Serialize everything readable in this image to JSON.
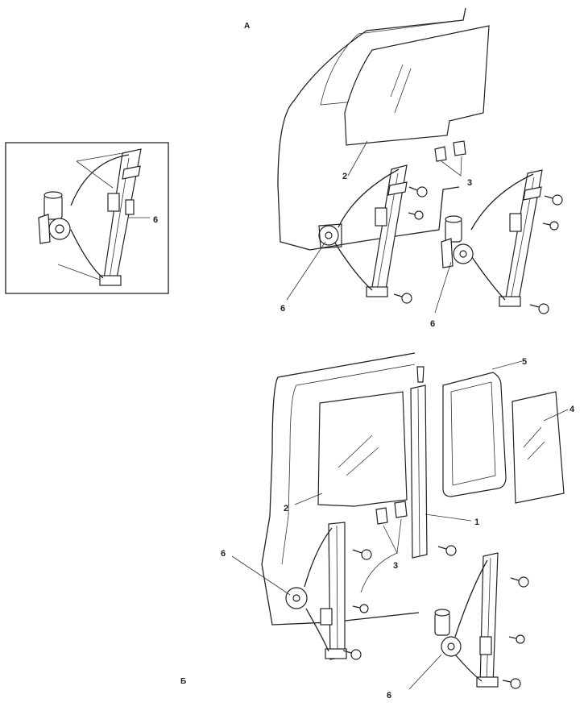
{
  "sections": {
    "top_label": "А",
    "bottom_label": "Б"
  },
  "inset": {
    "callout_label": "6"
  },
  "top_view": {
    "callouts": [
      "2",
      "3",
      "6",
      "6"
    ]
  },
  "bottom_view": {
    "callouts": [
      "5",
      "4",
      "2",
      "1",
      "3",
      "6",
      "6"
    ]
  },
  "colors": {
    "line": "#222222",
    "background": "#ffffff"
  }
}
